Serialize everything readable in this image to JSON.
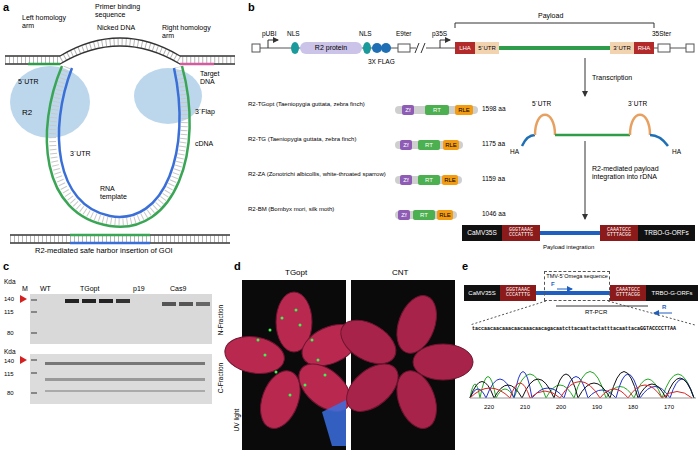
{
  "diagram": {
    "nodes": [
      {
        "text": [
          "R2 protein"
        ]
      },
      {
        "text": [
          "LHA"
        ]
      },
      {
        "text": [
          "5´UTR"
        ]
      },
      {
        "text": [
          "3´UTR"
        ]
      },
      {
        "text": [
          "RHA"
        ]
      },
      {
        "text": [
          "Zf"
        ]
      },
      {
        "text": [
          "RT"
        ]
      },
      {
        "text": [
          "RLE"
        ]
      },
      {
        "text": [
          "Zf"
        ]
      },
      {
        "text": [
          "RT"
        ]
      },
      {
        "text": [
          "RLE"
        ]
      },
      {
        "text": [
          "Zf"
        ]
      },
      {
        "text": [
          "RT"
        ]
      },
      {
        "text": [
          "RLE"
        ]
      },
      {
        "text": [
          "Zf"
        ]
      },
      {
        "text": [
          "RT"
        ]
      },
      {
        "text": [
          "RLE"
        ]
      },
      {
        "text": [
          "CaMV35S"
        ]
      },
      {
        "text": [
          "GGGTAAAC",
          "CCCATTTG"
        ]
      },
      {
        "text": [
          "CAAATGCC",
          "GTTTACGG"
        ]
      },
      {
        "text": [
          "TRBO-G-ORFs"
        ]
      },
      {
        "text": [
          "CaMV35S"
        ]
      },
      {
        "text": [
          "GGGTAAAC",
          "CCCATTTG"
        ]
      },
      {
        "text": [
          "TMV-5´Omega sequence"
        ]
      },
      {
        "text": [
          "CAAATGCC",
          "GTTTACGG"
        ]
      },
      {
        "text": [
          "TRBO-G-ORFs"
        ]
      }
    ],
    "labels": [
      "a",
      "Left homology arm",
      "Primer binding sequence",
      "Nicked DNA",
      "Right homology arm",
      "5´UTR",
      "Target DNA",
      "R2",
      "3´Flap",
      "3´UTR",
      "cDNA",
      "RNA template",
      "R2-mediated safe harbor insertion of GOI",
      "b",
      "pUBI",
      "NLS",
      "NLS",
      "3X FLAG",
      "E9ter",
      "p35S",
      "Payload",
      "35Ster",
      "R2-TGopt (Taeniopygia guttata, zebra finch)",
      "1598 aa",
      "R2-TG (Taeniopygia guttata, zebra finch)",
      "1175 aa",
      "R2-ZA (Zonotrichi albicollis, white-throated sparrow)",
      "1159 aa",
      "R2-BM (Bombyx mori, silk moth)",
      "1046 aa",
      "Transcription",
      "5´UTR",
      "3´UTR",
      "HA",
      "HA",
      "R2-mediated payload integration into rDNA",
      "Payload integration",
      "c",
      "Kda",
      "M",
      "WT",
      "TGopt",
      "p19",
      "Cas9",
      "140",
      "115",
      "80",
      "Kda",
      "140",
      "115",
      "80",
      "N-Fraction",
      "C-Fraction",
      "d",
      "TGopt",
      "CNT",
      "UV light",
      "e",
      "F",
      "R",
      "RT-PCR",
      "taccaacaacaaacaacaaacaacagacaatcttacaattactatttacaattacaGGTACCCCTTAA",
      "220",
      "210",
      "200",
      "190",
      "180",
      "170"
    ]
  }
}
